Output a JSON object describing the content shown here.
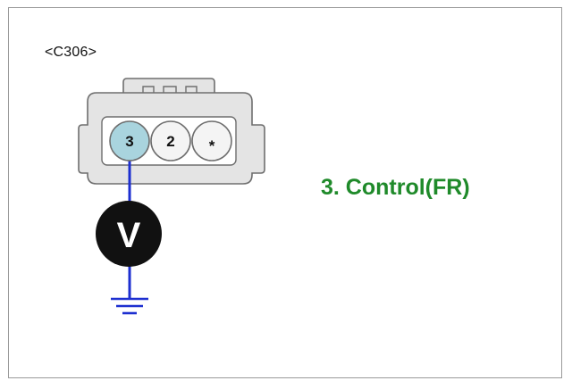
{
  "connector": {
    "id_label": "<C306>",
    "pins": [
      {
        "label": "3",
        "highlighted": true
      },
      {
        "label": "2",
        "highlighted": false
      },
      {
        "label": "*",
        "highlighted": false
      }
    ]
  },
  "meter": {
    "label": "V"
  },
  "caption": "3. Control(FR)",
  "colors": {
    "connector_body": "#e4e4e4",
    "connector_outline": "#6e6e6e",
    "pin_highlight": "#a9d4de",
    "pin_normal": "#f4f4f4",
    "wire": "#1d2fd0",
    "meter_fill": "#111111",
    "caption": "#1f8a2a"
  }
}
